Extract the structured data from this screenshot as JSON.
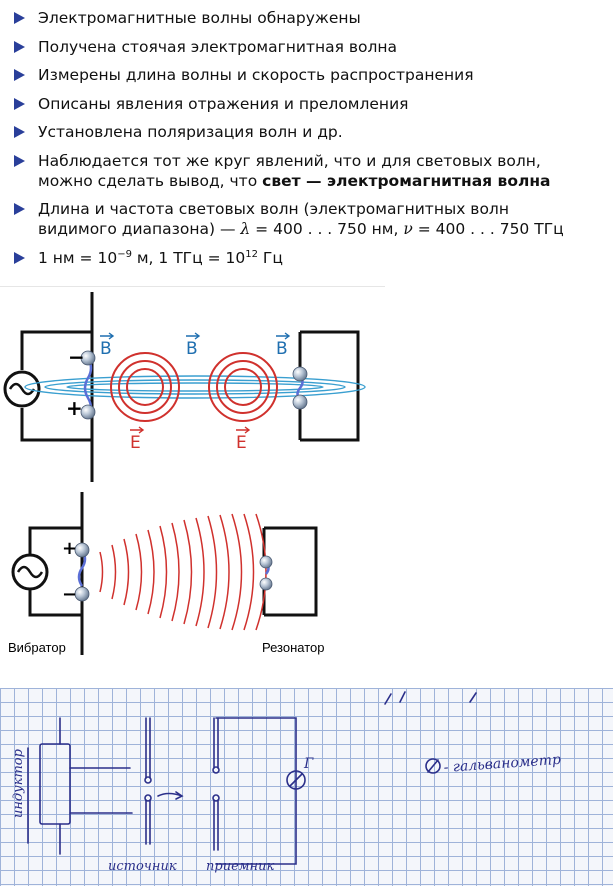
{
  "bullets": [
    {
      "text": "Электромагнитные волны обнаружены"
    },
    {
      "text": "Получена стоячая электромагнитная волна"
    },
    {
      "text": "Измерены длина волны и скорость распространения"
    },
    {
      "text": "Описаны явления отражения и преломления"
    },
    {
      "text": "Установлена поляризация волн и др."
    },
    {
      "line1": "Наблюдается тот же круг явлений, что и для световых волн,",
      "line2_pre": "можно сделать вывод, что ",
      "line2_bold": "свет — электромагнитная волна"
    },
    {
      "line1": "Длина и частота световых волн (электромагнитных волн",
      "line2_pre": "видимого диапазона) — ",
      "lambda_sym": "λ",
      "lambda_val": " = 400 . . . 750 нм, ",
      "nu_sym": "ν",
      "nu_val": " = 400 . . . 750 ТГц"
    },
    {
      "p1": "1 нм = 10",
      "e1": "−9",
      "p2": " м, 1 ТГц = 10",
      "e2": "12",
      "p3": " Гц"
    }
  ],
  "figure1": {
    "b_label": "B",
    "e_label": "E",
    "plus": "+",
    "minus": "−"
  },
  "figure2": {
    "vibrator_label": "Вибратор",
    "resonator_label": "Резонатор",
    "plus": "+",
    "minus": "−"
  },
  "notes": {
    "inductor": "индуктор",
    "galv_mark": "Г",
    "galv_text": "- гальванометр",
    "source": "источник",
    "receiver": "приемник"
  },
  "colors": {
    "bullet": "#2a3f9a",
    "field_b": "#1f6fb0",
    "field_e": "#d0312d",
    "ink": "#2b2f8a"
  }
}
